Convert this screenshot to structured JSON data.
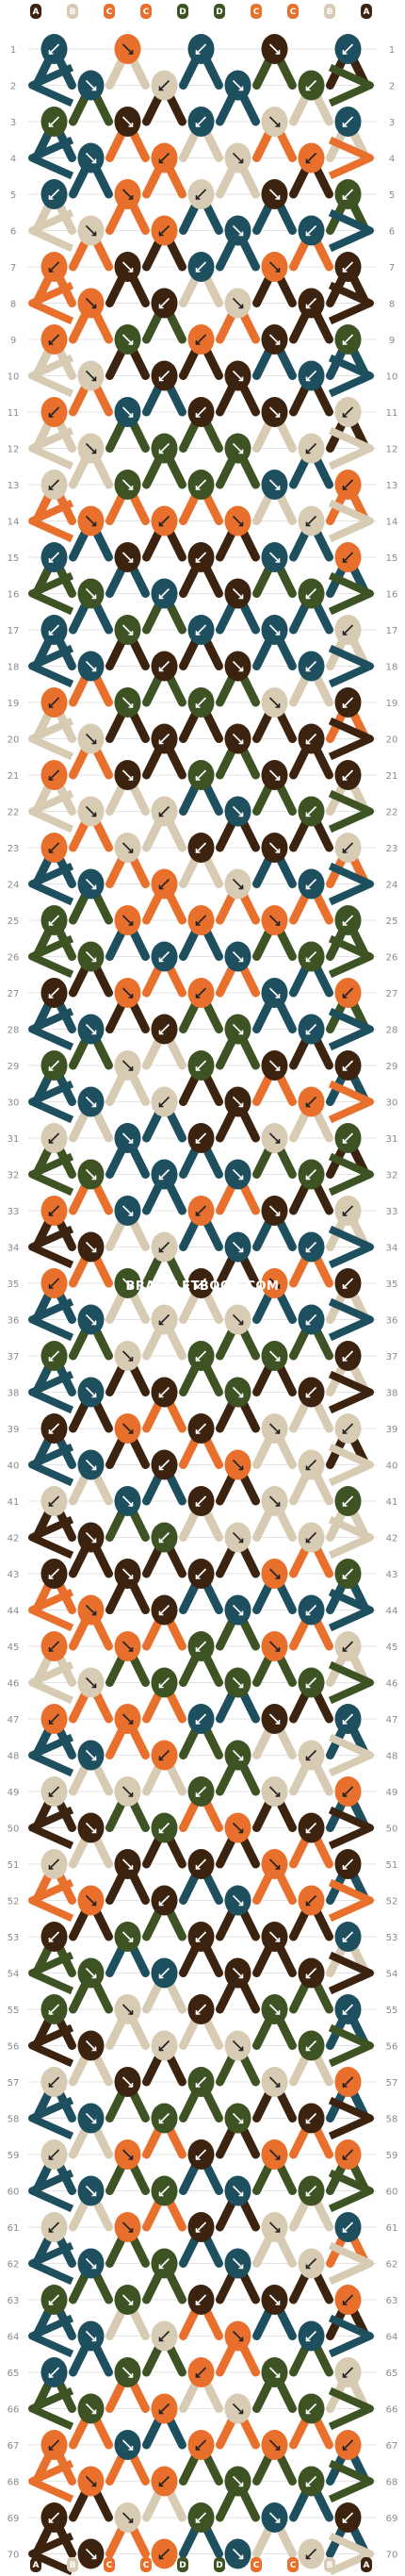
{
  "pattern": {
    "strings": [
      "A",
      "B",
      "C",
      "C",
      "D",
      "D",
      "C",
      "C",
      "B",
      "A"
    ],
    "string_colors": {
      "A": "#3b2310",
      "B": "#d7cbb3",
      "C": "#e8702c",
      "D": "#3e5324"
    },
    "extra_colors": [
      "#1e4f5f"
    ],
    "rows": 70,
    "watermark": "BRACELETBOOK.COM"
  }
}
